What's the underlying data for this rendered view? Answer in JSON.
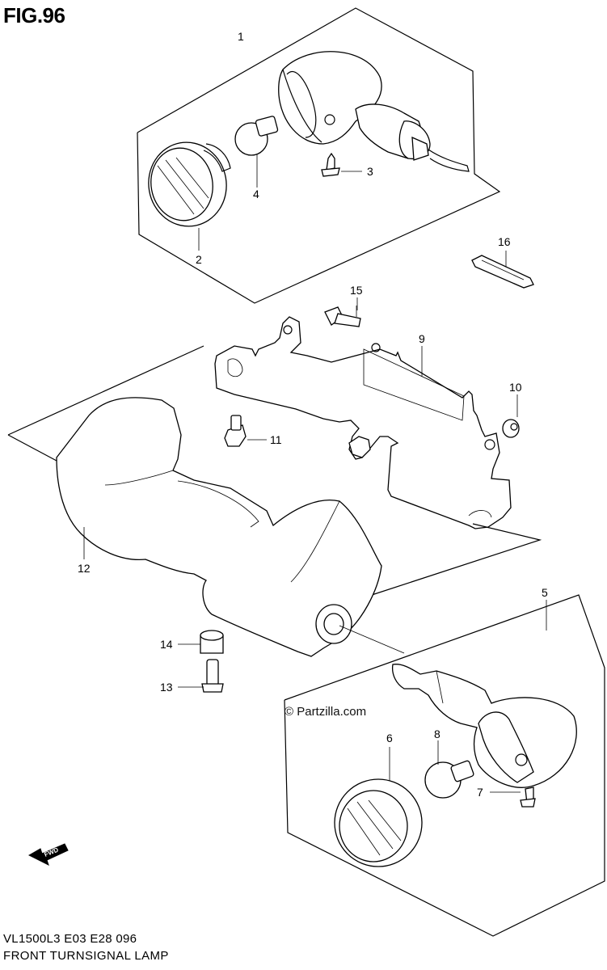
{
  "figure": {
    "title": "FIG.96",
    "code": "VL1500L3  E03  E28  096",
    "caption": "FRONT TURNSIGNAL LAMP",
    "watermark": "© Partzilla.com",
    "fwd_label": "FWD"
  },
  "callouts": [
    {
      "id": "1",
      "label": "1"
    },
    {
      "id": "2",
      "label": "2"
    },
    {
      "id": "3",
      "label": "3"
    },
    {
      "id": "4",
      "label": "4"
    },
    {
      "id": "5",
      "label": "5"
    },
    {
      "id": "6",
      "label": "6"
    },
    {
      "id": "7",
      "label": "7"
    },
    {
      "id": "8",
      "label": "8"
    },
    {
      "id": "9",
      "label": "9"
    },
    {
      "id": "10",
      "label": "10"
    },
    {
      "id": "11",
      "label": "11"
    },
    {
      "id": "12",
      "label": "12"
    },
    {
      "id": "13",
      "label": "13"
    },
    {
      "id": "14",
      "label": "14"
    },
    {
      "id": "15",
      "label": "15"
    },
    {
      "id": "16",
      "label": "16"
    }
  ]
}
